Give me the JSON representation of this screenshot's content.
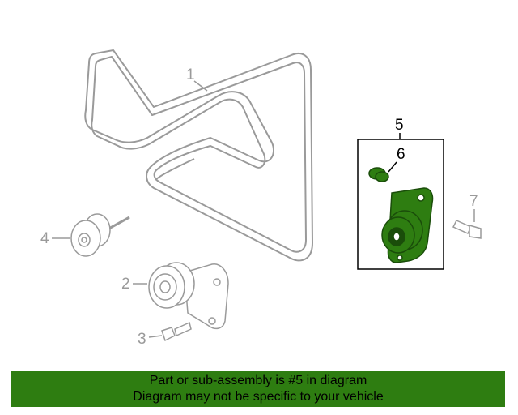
{
  "callouts": {
    "belt": "1",
    "tensioner": "2",
    "bolt_small": "3",
    "idler": "4",
    "assembly": "5",
    "cap": "6",
    "bolt": "7"
  },
  "colors": {
    "line_gray": "#9a9a9a",
    "highlight_green": "#2e7d11",
    "part_green_dark": "#1a4d0a",
    "banner_bg": "#2e7d11"
  },
  "banner": {
    "line1": "Part or sub-assembly is #5 in diagram",
    "line2": "Diagram may not be specific to your vehicle"
  }
}
